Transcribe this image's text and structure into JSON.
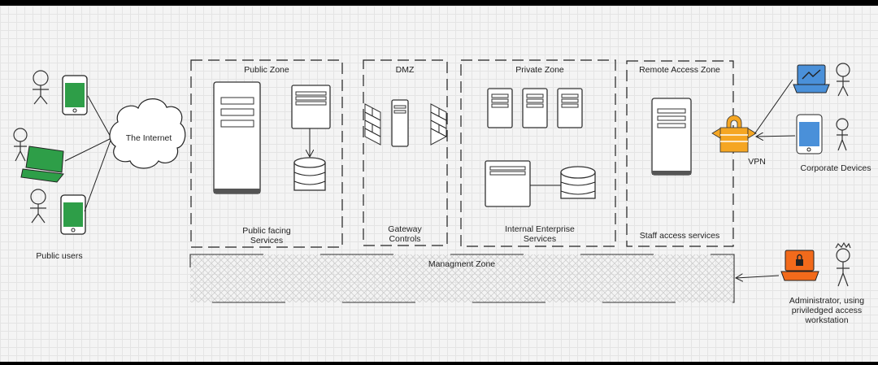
{
  "zones": {
    "public": {
      "title": "Public Zone",
      "caption_1": "Public facing",
      "caption_2": "Services"
    },
    "dmz": {
      "title": "DMZ",
      "caption_1": "Gateway",
      "caption_2": "Controls"
    },
    "private": {
      "title": "Private Zone",
      "caption_1": "Internal Enterprise",
      "caption_2": "Services"
    },
    "remote": {
      "title": "Remote Access Zone",
      "caption_1": "Staff access services"
    },
    "management": {
      "title": "Managment Zone"
    }
  },
  "internet": {
    "label": "The Internet"
  },
  "public_users": {
    "label": "Public users"
  },
  "vpn": {
    "label": "VPN"
  },
  "corporate": {
    "label": "Corporate Devices"
  },
  "admin": {
    "line_1": "Administrator, using",
    "line_2": "priviledged access",
    "line_3": "workstation"
  },
  "colors": {
    "public_device": "#2e9e48",
    "corporate_device": "#4a90d9",
    "vpn": "#f5a623",
    "admin_device": "#f26a1b"
  }
}
